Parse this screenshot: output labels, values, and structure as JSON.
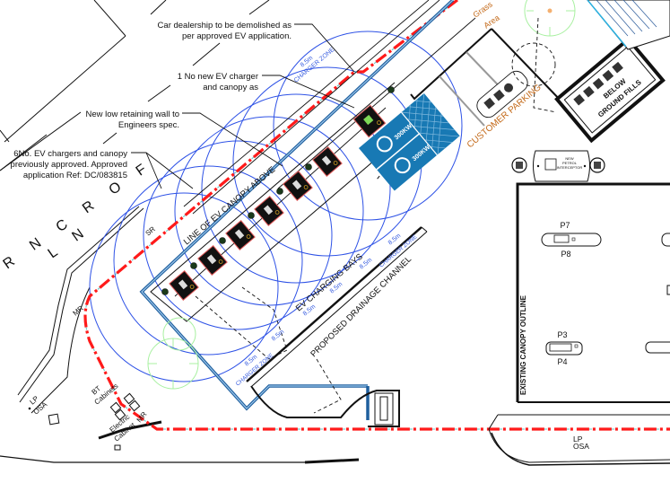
{
  "drawing": {
    "type": "site-plan",
    "annotations": {
      "dealership": [
        "Car dealership to be demolished as",
        "per approved EV application."
      ],
      "new_charger": [
        "1 No new EV charger",
        "and canopy as"
      ],
      "retaining_wall": [
        "New low retaining wall to",
        "Engineers spec."
      ],
      "approved_chargers": [
        "6No. EV chargers and canopy",
        "previously approved. Approved",
        "application Ref: DC/083815"
      ]
    },
    "road_name": {
      "line1": "R N C R O F",
      "line2": "L N"
    },
    "labels": {
      "grass_area": [
        "Grass",
        "Area"
      ],
      "customer_parking": "CUSTOMER PARKING",
      "below_ground_fills": [
        "BELOW",
        "GROUND FILLS"
      ],
      "petrol_interceptor": [
        "NEW",
        "PETROL",
        "INTERCEPTOR"
      ],
      "line_of_canopy": "LINE OF EV CANOPY ABOVE",
      "ev_charging_bays": "EV CHARGING BAYS",
      "drainage_channel": "PROPOSED DRAINAGE CHANNEL",
      "existing_canopy": "EXISTING CANOPY OUTLINE",
      "charger_zone": "CHARGER ZONE",
      "zone_radius": "8.5m",
      "sr": "SR",
      "mr_left": "MR",
      "mr_bottom": "MR",
      "bt_cabinets": [
        "BT",
        "Cabinets"
      ],
      "electric_cabinet": [
        "Electric",
        "Cabinet"
      ],
      "lp_osa_left": [
        "LP",
        "OSA"
      ],
      "lp_osa_right": [
        "LP",
        "OSA"
      ]
    },
    "pumps": [
      {
        "top": "P7",
        "bottom": "P8"
      },
      {
        "top": "P3",
        "bottom": "P4"
      }
    ],
    "ev_bays": {
      "power_label_1": "300KW",
      "power_label_2": "300KW",
      "charger_count_existing": 6,
      "charger_count_new": 1
    },
    "colors": {
      "boundary_red": "#ff1a1a",
      "zone_blue": "#2e52e6",
      "canopy_blue": "#1f5f9e",
      "bay_fill": "#1879b4",
      "tree_green": "#9ee89a",
      "text_orange": "#c46a1a"
    }
  }
}
